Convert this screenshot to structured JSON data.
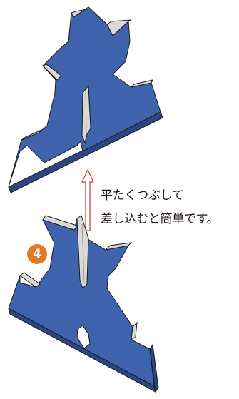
{
  "step": {
    "number": "4"
  },
  "instruction": {
    "line1": "平たくつぶして",
    "line2": "差し込むと簡単です。"
  },
  "colors": {
    "face": "#3f63ad",
    "side": "#2c4683",
    "edge": "#d9d9d6",
    "outline": "#1b1b1b",
    "arrow": "#d6343a",
    "badge": "#e07b25"
  }
}
